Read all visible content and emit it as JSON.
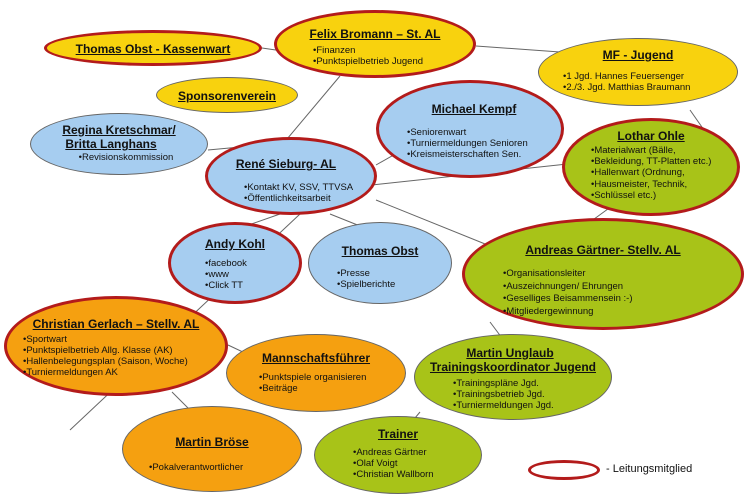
{
  "colors": {
    "yellow": "#f8d20e",
    "blue": "#a6cdf0",
    "green": "#a8c318",
    "orange": "#f5a010",
    "leader_border": "#b31b1b",
    "line": "#666666"
  },
  "nodes": [
    {
      "id": "felix",
      "title": "Felix Bromann – St. AL",
      "items": [
        "Finanzen",
        "Punktspielbetrieb Jugend"
      ]
    },
    {
      "id": "thomas-kasse",
      "title": "Thomas Obst - Kassenwart"
    },
    {
      "id": "mf",
      "title": "MF - Jugend",
      "items": [
        "1 Jgd.  Hannes Feuersenger",
        "2./3. Jgd. Matthias Braumann"
      ]
    },
    {
      "id": "sponsor",
      "title": "Sponsorenverein"
    },
    {
      "id": "regina",
      "title": "Regina Kretschmar/",
      "title2": "Britta Langhans",
      "subtitle": "•Revisionskommission"
    },
    {
      "id": "michael",
      "title": "Michael Kempf",
      "items": [
        "Seniorenwart",
        "Turniermeldungen Senioren",
        "Kreismeisterschaften Sen."
      ]
    },
    {
      "id": "lothar",
      "title": "Lothar Ohle",
      "items": [
        "Materialwart (Bälle,",
        "Bekleidung, TT-Platten etc.)",
        "Hallenwart (Ordnung,",
        "Hausmeister, Technik,",
        "Schlüssel etc.)"
      ]
    },
    {
      "id": "rene",
      "title": "René Sieburg-  AL",
      "items": [
        "Kontakt KV, SSV, TTVSA",
        "Öffentlichkeitsarbeit"
      ]
    },
    {
      "id": "andy",
      "title": "Andy Kohl",
      "items": [
        "facebook",
        "www",
        "Click TT"
      ]
    },
    {
      "id": "thomas-presse",
      "title": "Thomas Obst",
      "items": [
        "Presse",
        "Spielberichte"
      ]
    },
    {
      "id": "andreas",
      "title": "Andreas Gärtner- Stellv. AL",
      "items": [
        "Organisationsleiter",
        "Auszeichnungen/ Ehrungen",
        "Geselliges Beisammensein :-)",
        "Mitgliedergewinnung"
      ]
    },
    {
      "id": "christian",
      "title": "Christian Gerlach – Stellv. AL",
      "items": [
        "Sportwart",
        "Punktspielbetrieb Allg. Klasse (AK)",
        "Hallenbelegungsplan (Saison, Woche)",
        "Turniermeldungen AK"
      ]
    },
    {
      "id": "mannschaft",
      "title": "Mannschaftsführer",
      "items": [
        "Punktspiele organisieren",
        "Beiträge"
      ]
    },
    {
      "id": "martinu",
      "title": "Martin Unglaub",
      "title2": "Trainingskoordinator Jugend",
      "items": [
        "Trainingspläne Jgd.",
        "Trainingsbetrieb Jgd.",
        "Turniermeldungen Jgd."
      ]
    },
    {
      "id": "martinb",
      "title": "Martin Bröse",
      "items": [
        "Pokalverantwortlicher"
      ]
    },
    {
      "id": "trainer",
      "title": "Trainer",
      "items": [
        "Andreas Gärtner",
        "Olaf Voigt",
        "Christian Wallborn"
      ]
    }
  ],
  "legend": {
    "label": "- Leitungsmitglied"
  }
}
